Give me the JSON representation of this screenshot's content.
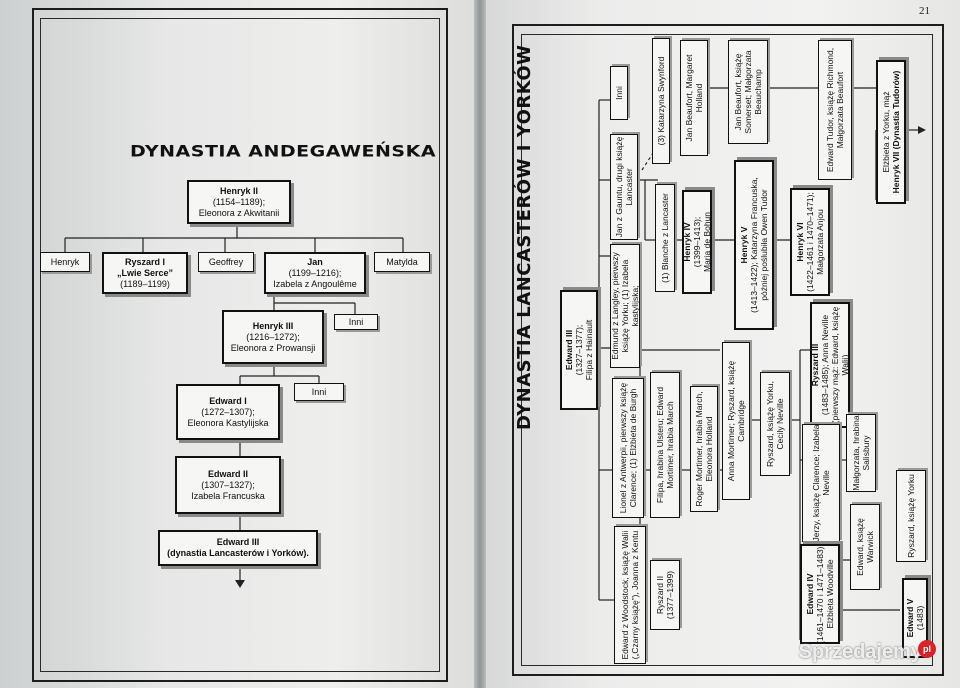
{
  "left_page": {
    "title": "DYNASTIA ANDEGAWEŃSKA",
    "boxes": {
      "henryk2": {
        "name": "Henryk II",
        "years": "(1154–1189);",
        "spouse": "Eleonora z Akwitanii"
      },
      "henryk": {
        "name": "Henryk"
      },
      "ryszard1": {
        "name": "Ryszard I",
        "nick": "„Lwie Serce”",
        "years": "(1189–1199)"
      },
      "geoffrey": {
        "name": "Geoffrey"
      },
      "jan": {
        "name": "Jan",
        "years": "(1199–1216);",
        "spouse": "Izabela z Angoulême"
      },
      "matylda": {
        "name": "Matylda"
      },
      "henryk3": {
        "name": "Henryk III",
        "years": "(1216–1272);",
        "spouse": "Eleonora z Prowansji"
      },
      "inni1": {
        "name": "Inni"
      },
      "edward1": {
        "name": "Edward I",
        "years": "(1272–1307);",
        "spouse": "Eleonora Kastylijska"
      },
      "inni2": {
        "name": "Inni"
      },
      "edward2": {
        "name": "Edward II",
        "years": "(1307–1327);",
        "spouse": "Izabela Francuska"
      },
      "edward3": {
        "name": "Edward III",
        "dynasty": "(dynastia Lancasterów i Yorków)."
      }
    }
  },
  "right_page": {
    "page_number": "21",
    "title": "DYNASTIA LANCASTERÓW I YORKÓW",
    "boxes": {
      "edward3": {
        "name": "Edward III",
        "years": "(1327–1377);",
        "spouse": "Filipa z Hainault"
      },
      "edmund": {
        "text": "Edmund z Langley, pierwszy książę Yorku; (1) Izabela kastylijska;"
      },
      "jan_gaunt": {
        "text": "Jan z Gauntu, drugi książę Lancaster"
      },
      "inni": {
        "text": "Inni"
      },
      "katarzyna": {
        "text": "(3) Katarzyna Swynford"
      },
      "jan_beaufort": {
        "text": "Jan Beaufort, Margaret Holland"
      },
      "jan_beaufort2": {
        "text": "Jan Beaufort, książę Somerset; Małgorzata Beauchamp"
      },
      "edward_tudor": {
        "text": "Edward Tudor, książę Richmond, Małgorzata Beaufort"
      },
      "elzbieta_york": {
        "pre": "Elżbieta z Yorku, mąż",
        "name": "Henryk VII (Dynastia Tudorów)"
      },
      "blanche": {
        "text": "(1) Blanche z Lancaster"
      },
      "henryk4": {
        "name": "Henryk IV",
        "years": "(1399–1413);",
        "spouse": "Maria de Bohun"
      },
      "henryk5": {
        "name": "Henryk V",
        "years": "(1413–1422); Katarzyna Francuska,",
        "extra": "później poślubiła Owen Tudor"
      },
      "henryk6": {
        "name": "Henryk VI",
        "years": "(1422–1461 i 1470–1471);",
        "spouse": "Małgorzata Anjou"
      },
      "lionel": {
        "text": "Lionel z Antwerpii, pierwszy książę Clarence; (1) Elżbieta de Burgh"
      },
      "filipa": {
        "text": "Filipa, hrabina Ulsteru; Edward Mortimer, hrabia March"
      },
      "roger": {
        "text": "Roger Mortimer, hrabia March, Eleonora Holland"
      },
      "anna": {
        "text": "Anna Mortimer; Ryszard, książę Cambridge"
      },
      "ryszard_york": {
        "text": "Ryszard, książę Yorku, Cecily Neville"
      },
      "ryszard3": {
        "name": "Ryszard III",
        "years": "(1483–1485); Anna Neville",
        "extra": "(pierwszy mąż: Edward, książę Walii)"
      },
      "jerzy": {
        "text": "Jerzy, książę Clarence; Izabela Neville"
      },
      "malgorzata": {
        "text": "Małgorzata, hrabina Salisbury"
      },
      "ryszard_york2": {
        "text": "Ryszard, książę Yorku"
      },
      "edward_warwick": {
        "text": "Edward, książę Warwick"
      },
      "edward4": {
        "name": "Edward IV",
        "years": "(1461–1470 i 1471–1483);",
        "spouse": "Elżbieta Woodville"
      },
      "edward5": {
        "name": "Edward V",
        "years": "(1483)"
      },
      "edward_woodstock": {
        "text": "Edward z Woodstock, książę Walii („Czarny książę”), Joanna z Kentu"
      },
      "ryszard2": {
        "name": "Ryszard II",
        "years": "(1377–1399)"
      }
    }
  },
  "watermark": {
    "text": "Sprzedajemy",
    "badge": "pl"
  }
}
